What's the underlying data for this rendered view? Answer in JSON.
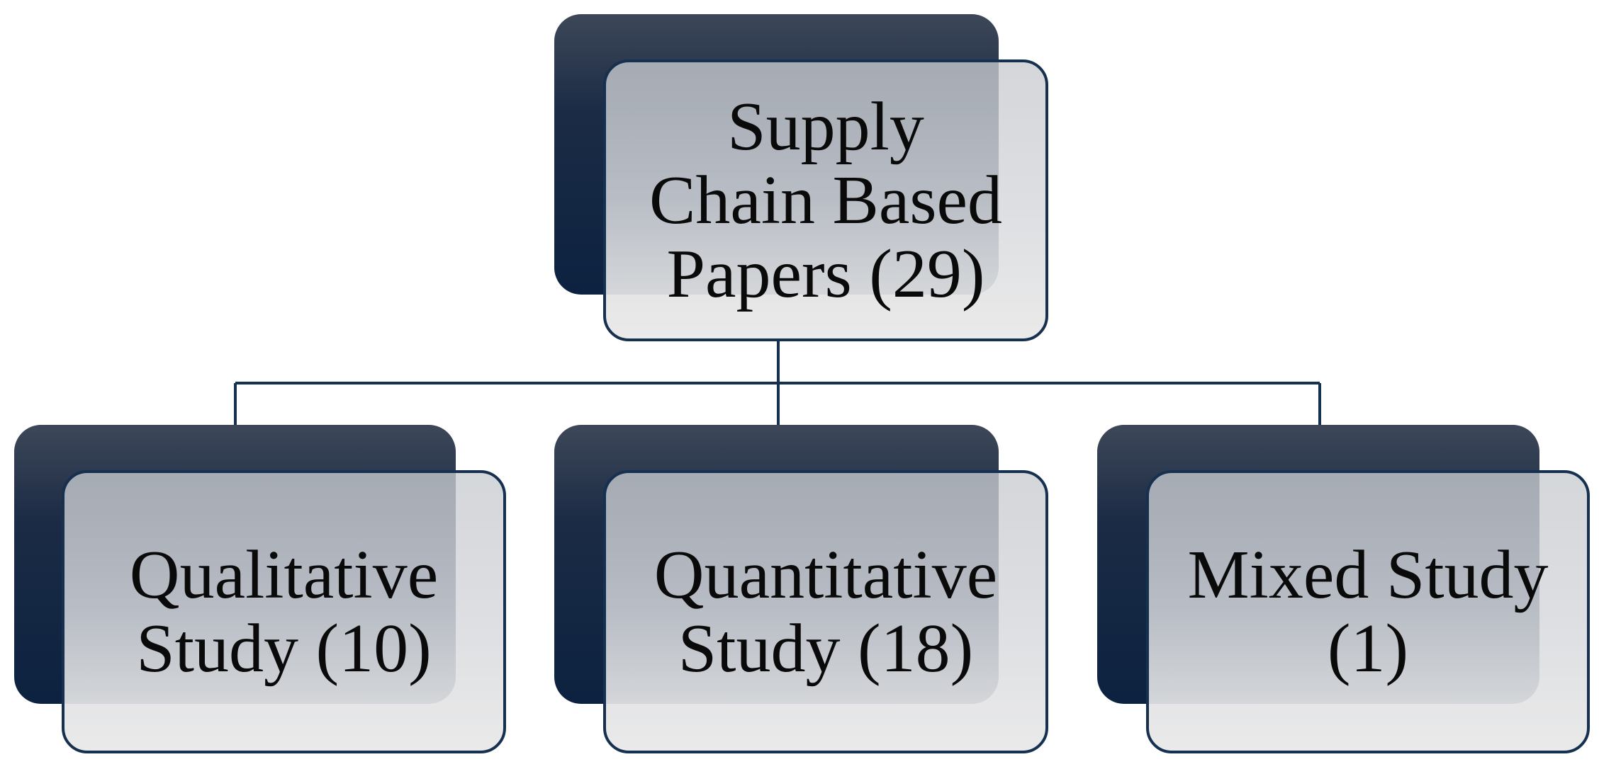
{
  "diagram": {
    "root": {
      "label": "Supply\nChain Based\nPapers (29)"
    },
    "children": [
      {
        "label": "Qualitative\nStudy (10)"
      },
      {
        "label": "Quantitative\nStudy (18)"
      },
      {
        "label": "Mixed Study\n(1)"
      }
    ]
  },
  "colors": {
    "shadow_dark": "#0c2240",
    "shadow_top": "#3d4758",
    "box_border": "#16304f",
    "box_fill": "#d6d8dc",
    "connector": "#16304f"
  }
}
